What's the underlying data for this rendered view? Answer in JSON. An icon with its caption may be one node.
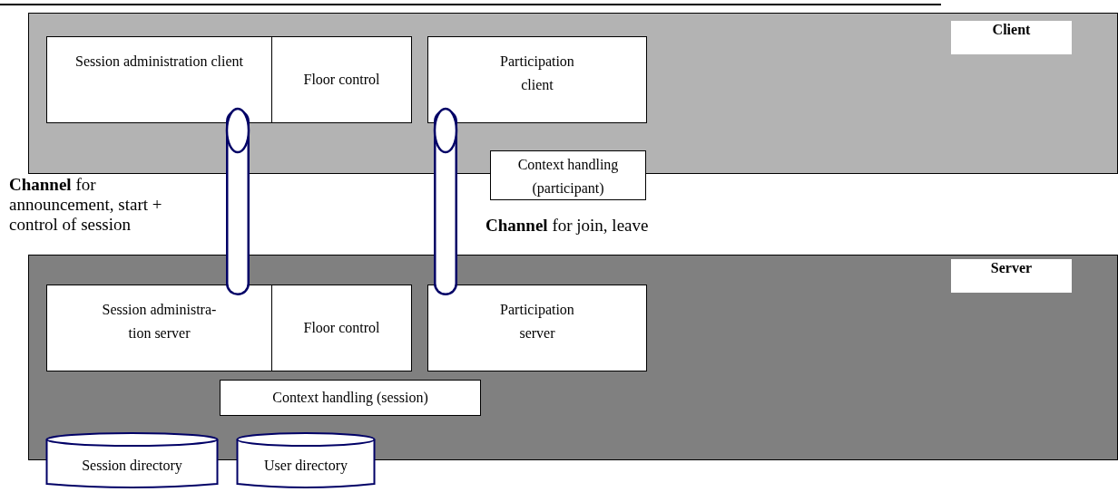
{
  "diagram": {
    "nodes": [
      {
        "text": [
          "Client"
        ]
      },
      {
        "text": [
          "Session administration client"
        ],
        "in": 0
      },
      {
        "text": [
          "Floor control"
        ],
        "in": 0
      },
      {
        "text": [
          "Participation client"
        ],
        "in": 0
      },
      {
        "text": [
          "Context handling (participant)"
        ]
      },
      {
        "text": [
          "Server"
        ]
      },
      {
        "text": [
          "Session administra- tion server"
        ],
        "in": 5
      },
      {
        "text": [
          "Floor control"
        ],
        "in": 5
      },
      {
        "text": [
          "Participation server"
        ],
        "in": 5
      },
      {
        "text": [
          "Context handling (session)"
        ],
        "in": 5
      },
      {
        "text": [
          "Session directory"
        ]
      },
      {
        "text": [
          "User directory"
        ]
      }
    ],
    "edges": [
      {
        "from": 1,
        "to": 6,
        "arrow": "none",
        "label": "**Channel** for announcement, start + control of session"
      },
      {
        "from": 3,
        "to": 8,
        "arrow": "none",
        "label": "**Channel** for join, leave"
      }
    ]
  }
}
